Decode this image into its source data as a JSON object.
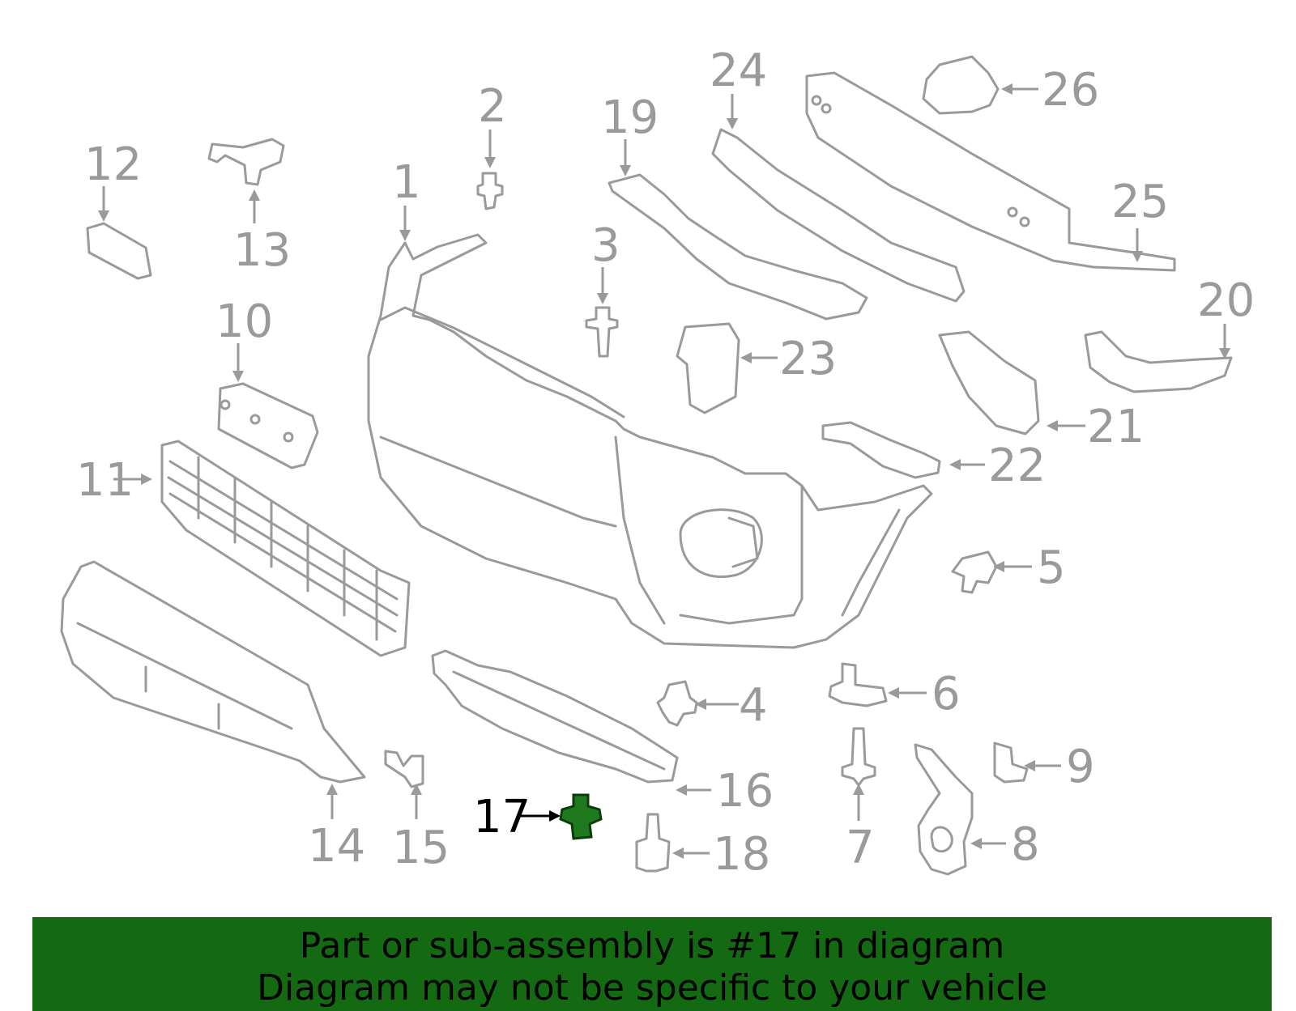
{
  "diagram": {
    "callouts": [
      {
        "id": "1",
        "label": "1"
      },
      {
        "id": "2",
        "label": "2"
      },
      {
        "id": "3",
        "label": "3"
      },
      {
        "id": "4",
        "label": "4"
      },
      {
        "id": "5",
        "label": "5"
      },
      {
        "id": "6",
        "label": "6"
      },
      {
        "id": "7",
        "label": "7"
      },
      {
        "id": "8",
        "label": "8"
      },
      {
        "id": "9",
        "label": "9"
      },
      {
        "id": "10",
        "label": "10"
      },
      {
        "id": "11",
        "label": "11"
      },
      {
        "id": "12",
        "label": "12"
      },
      {
        "id": "13",
        "label": "13"
      },
      {
        "id": "14",
        "label": "14"
      },
      {
        "id": "15",
        "label": "15"
      },
      {
        "id": "16",
        "label": "16"
      },
      {
        "id": "17",
        "label": "17"
      },
      {
        "id": "18",
        "label": "18"
      },
      {
        "id": "19",
        "label": "19"
      },
      {
        "id": "20",
        "label": "20"
      },
      {
        "id": "21",
        "label": "21"
      },
      {
        "id": "22",
        "label": "22"
      },
      {
        "id": "23",
        "label": "23"
      },
      {
        "id": "24",
        "label": "24"
      },
      {
        "id": "25",
        "label": "25"
      },
      {
        "id": "26",
        "label": "26"
      }
    ],
    "highlighted_callout": "17",
    "highlight_color": "#1f7a1f",
    "line_color": "#9a9a9a"
  },
  "banner": {
    "line1": "Part or sub-assembly is #17 in diagram",
    "line2": "Diagram may not be specific to your vehicle",
    "background_color": "#146a12"
  }
}
